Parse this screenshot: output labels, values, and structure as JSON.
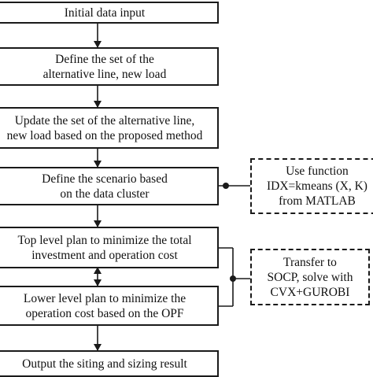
{
  "flowchart": {
    "steps": [
      {
        "lines": [
          "Initial data input"
        ]
      },
      {
        "lines": [
          "Define the set of the",
          "alternative line, new load"
        ]
      },
      {
        "lines": [
          "Update the set of the alternative line,",
          "new load based on the proposed method"
        ]
      },
      {
        "lines": [
          "Define the scenario based",
          "on the data cluster"
        ]
      },
      {
        "lines": [
          "Top level plan to minimize the total",
          "investment and operation cost"
        ]
      },
      {
        "lines": [
          "Lower level plan to minimize the",
          "operation cost based on the OPF"
        ]
      },
      {
        "lines": [
          "Output the siting and sizing result"
        ]
      }
    ],
    "notes": [
      {
        "lines": [
          "Use function",
          "IDX=kmeans (X, K)",
          "from MATLAB"
        ]
      },
      {
        "lines": [
          "Transfer to",
          "SOCP, solve with",
          "CVX+GUROBI"
        ]
      }
    ]
  }
}
